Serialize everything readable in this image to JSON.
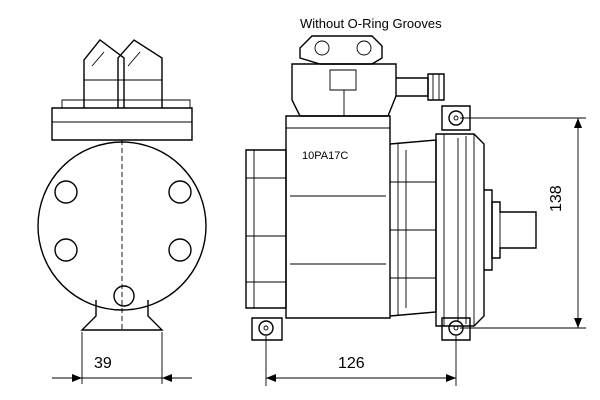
{
  "title": "Without O-Ring Grooves",
  "model_label": "10PA17C",
  "dimensions": {
    "width_side": "39",
    "length": "126",
    "height": "138"
  }
}
